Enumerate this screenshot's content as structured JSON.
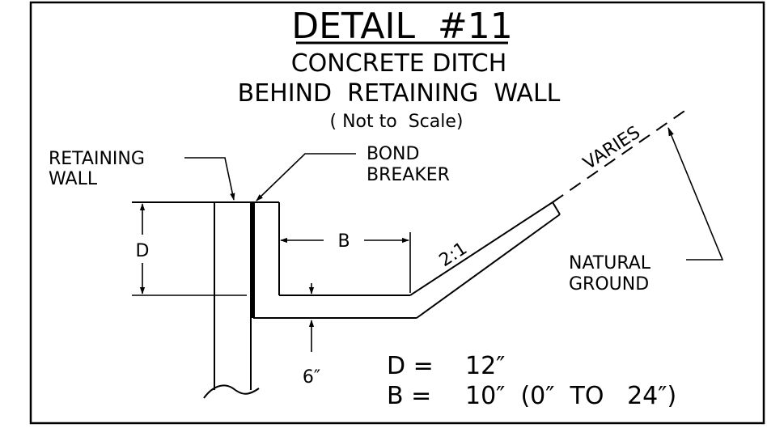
{
  "title": "DETAIL  #11",
  "subtitle_line1": "CONCRETE DITCH",
  "subtitle_line2": "BEHIND  RETAINING  WALL",
  "scale_note": "( Not to  Scale)",
  "labels": {
    "retaining_wall_line1": "RETAINING",
    "retaining_wall_line2": "WALL",
    "bond_breaker_line1": "BOND",
    "bond_breaker_line2": "BREAKER",
    "varies": "VARIES",
    "natural_ground_line1": "NATURAL",
    "natural_ground_line2": "GROUND",
    "dim_d": "D",
    "dim_b": "B",
    "slope": "2:1",
    "thickness": "6″"
  },
  "dimensions": {
    "d_label": "D =",
    "d_value": "12″",
    "b_label": "B =",
    "b_value": "10″  (0″  TO   24″)"
  }
}
